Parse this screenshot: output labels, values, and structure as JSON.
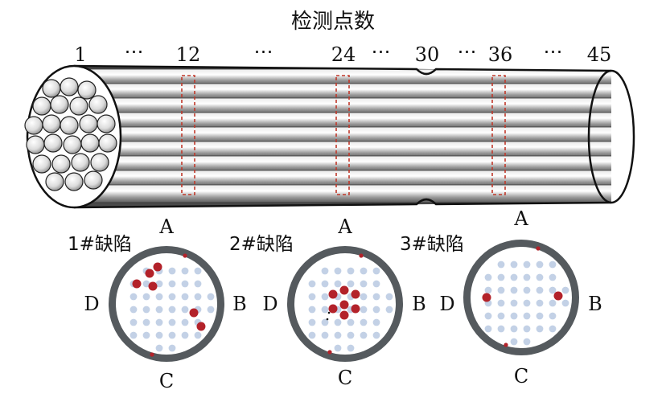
{
  "title": "检测点数",
  "points": [
    {
      "label": "1"
    },
    {
      "label": "12",
      "marked": true
    },
    {
      "label": "24",
      "marked": true
    },
    {
      "label": "30",
      "notch": true
    },
    {
      "label": "36",
      "marked": true
    },
    {
      "label": "45"
    }
  ],
  "ellipsis": "⋯",
  "defects": [
    {
      "label": "1#缺陷",
      "positions": {
        "top": "A",
        "right": "B",
        "bottom": "C",
        "left": "D"
      }
    },
    {
      "label": "2#缺陷",
      "positions": {
        "top": "A",
        "right": "B",
        "bottom": "C",
        "left": "D"
      }
    },
    {
      "label": "3#缺陷",
      "positions": {
        "top": "A",
        "right": "B",
        "bottom": "C",
        "left": "D"
      }
    }
  ],
  "colors": {
    "rope_ring": "#555a5e",
    "wire_normal": "#c3d1e6",
    "wire_defect": "#b3222a",
    "marker_box": "#c0392b",
    "outline": "#111111"
  }
}
